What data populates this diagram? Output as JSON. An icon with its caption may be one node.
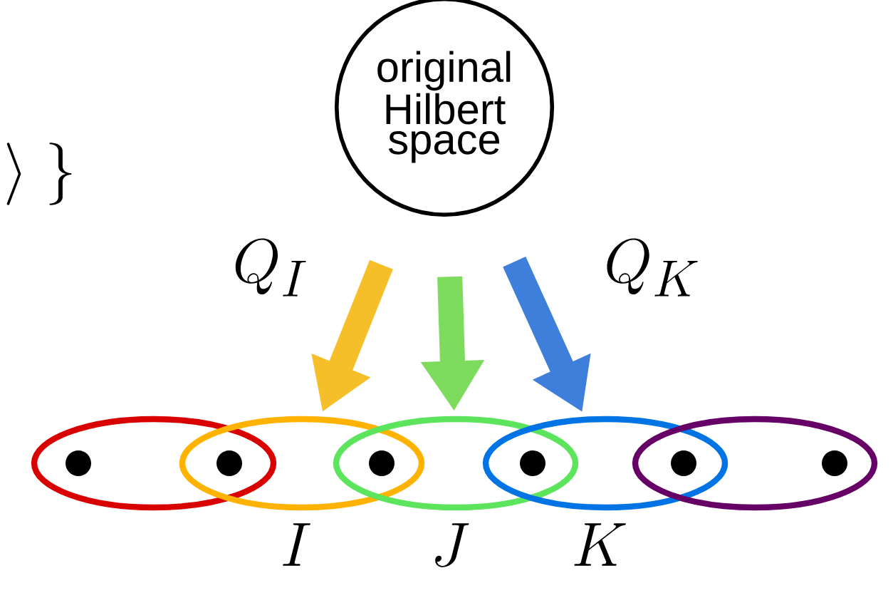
{
  "diagram": {
    "nodes": [
      {
        "text": [
          "original Hilbert space"
        ]
      },
      {
        "text": [],
        "shape": "ellipse"
      },
      {
        "text": [],
        "shape": "ellipse",
        "beside": [
          "I"
        ]
      },
      {
        "text": [],
        "shape": "ellipse",
        "beside": [
          "J"
        ]
      },
      {
        "text": [],
        "shape": "ellipse",
        "beside": [
          "K"
        ]
      },
      {
        "text": [],
        "shape": "ellipse"
      }
    ],
    "edges": [
      {
        "from": 0,
        "to": 2,
        "arrow": "to",
        "label": "Q_I",
        "color": "#f6bf2a"
      },
      {
        "from": 0,
        "to": 3,
        "arrow": "to",
        "color": "#7ddb5e"
      },
      {
        "from": 0,
        "to": 4,
        "arrow": "to",
        "label": "Q_K",
        "color": "#3f7fdc"
      }
    ],
    "labels": [
      "\\rangle\\;\\}"
    ]
  }
}
